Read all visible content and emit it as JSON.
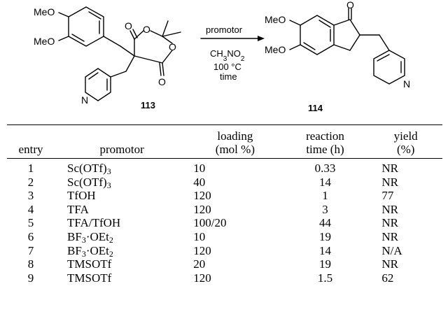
{
  "scheme": {
    "reactant": {
      "labels": [
        "MeO",
        "MeO",
        "O",
        "O",
        "O",
        "O",
        "N"
      ],
      "compound_number": "113"
    },
    "product": {
      "labels": [
        "MeO",
        "MeO",
        "O",
        "N"
      ],
      "compound_number": "114"
    },
    "conditions": {
      "above_arrow": "promotor",
      "below_arrow": [
        "CH3NO2",
        "100 °C",
        "time"
      ]
    }
  },
  "table": {
    "headers": {
      "entry": "entry",
      "promotor": "promotor",
      "loading_line1": "loading",
      "loading_line2": "(mol %)",
      "time_line1": "reaction",
      "time_line2": "time (h)",
      "yield_line1": "yield",
      "yield_line2": "(%)"
    },
    "rows": [
      {
        "entry": "1",
        "promotor_base": "Sc(OTf)",
        "promotor_sub": "3",
        "promotor_tail": "",
        "promotor_sub2": "",
        "loading": "10",
        "time": "0.33",
        "yield": "NR"
      },
      {
        "entry": "2",
        "promotor_base": "Sc(OTf)",
        "promotor_sub": "3",
        "promotor_tail": "",
        "promotor_sub2": "",
        "loading": "40",
        "time": "14",
        "yield": "NR"
      },
      {
        "entry": "3",
        "promotor_base": "TfOH",
        "promotor_sub": "",
        "promotor_tail": "",
        "promotor_sub2": "",
        "loading": "120",
        "time": "1",
        "yield": "77"
      },
      {
        "entry": "4",
        "promotor_base": "TFA",
        "promotor_sub": "",
        "promotor_tail": "",
        "promotor_sub2": "",
        "loading": "120",
        "time": "3",
        "yield": "NR"
      },
      {
        "entry": "5",
        "promotor_base": "TFA/TfOH",
        "promotor_sub": "",
        "promotor_tail": "",
        "promotor_sub2": "",
        "loading": "100/20",
        "time": "44",
        "yield": "NR"
      },
      {
        "entry": "6",
        "promotor_base": "BF",
        "promotor_sub": "3",
        "promotor_tail": "·OEt",
        "promotor_sub2": "2",
        "loading": "10",
        "time": "19",
        "yield": "NR"
      },
      {
        "entry": "7",
        "promotor_base": "BF",
        "promotor_sub": "3",
        "promotor_tail": "·OEt",
        "promotor_sub2": "2",
        "loading": "120",
        "time": "14",
        "yield": "N/A"
      },
      {
        "entry": "8",
        "promotor_base": "TMSOTf",
        "promotor_sub": "",
        "promotor_tail": "",
        "promotor_sub2": "",
        "loading": "20",
        "time": "19",
        "yield": "NR"
      },
      {
        "entry": "9",
        "promotor_base": "TMSOTf",
        "promotor_sub": "",
        "promotor_tail": "",
        "promotor_sub2": "",
        "loading": "120",
        "time": "1.5",
        "yield": "62"
      }
    ]
  }
}
